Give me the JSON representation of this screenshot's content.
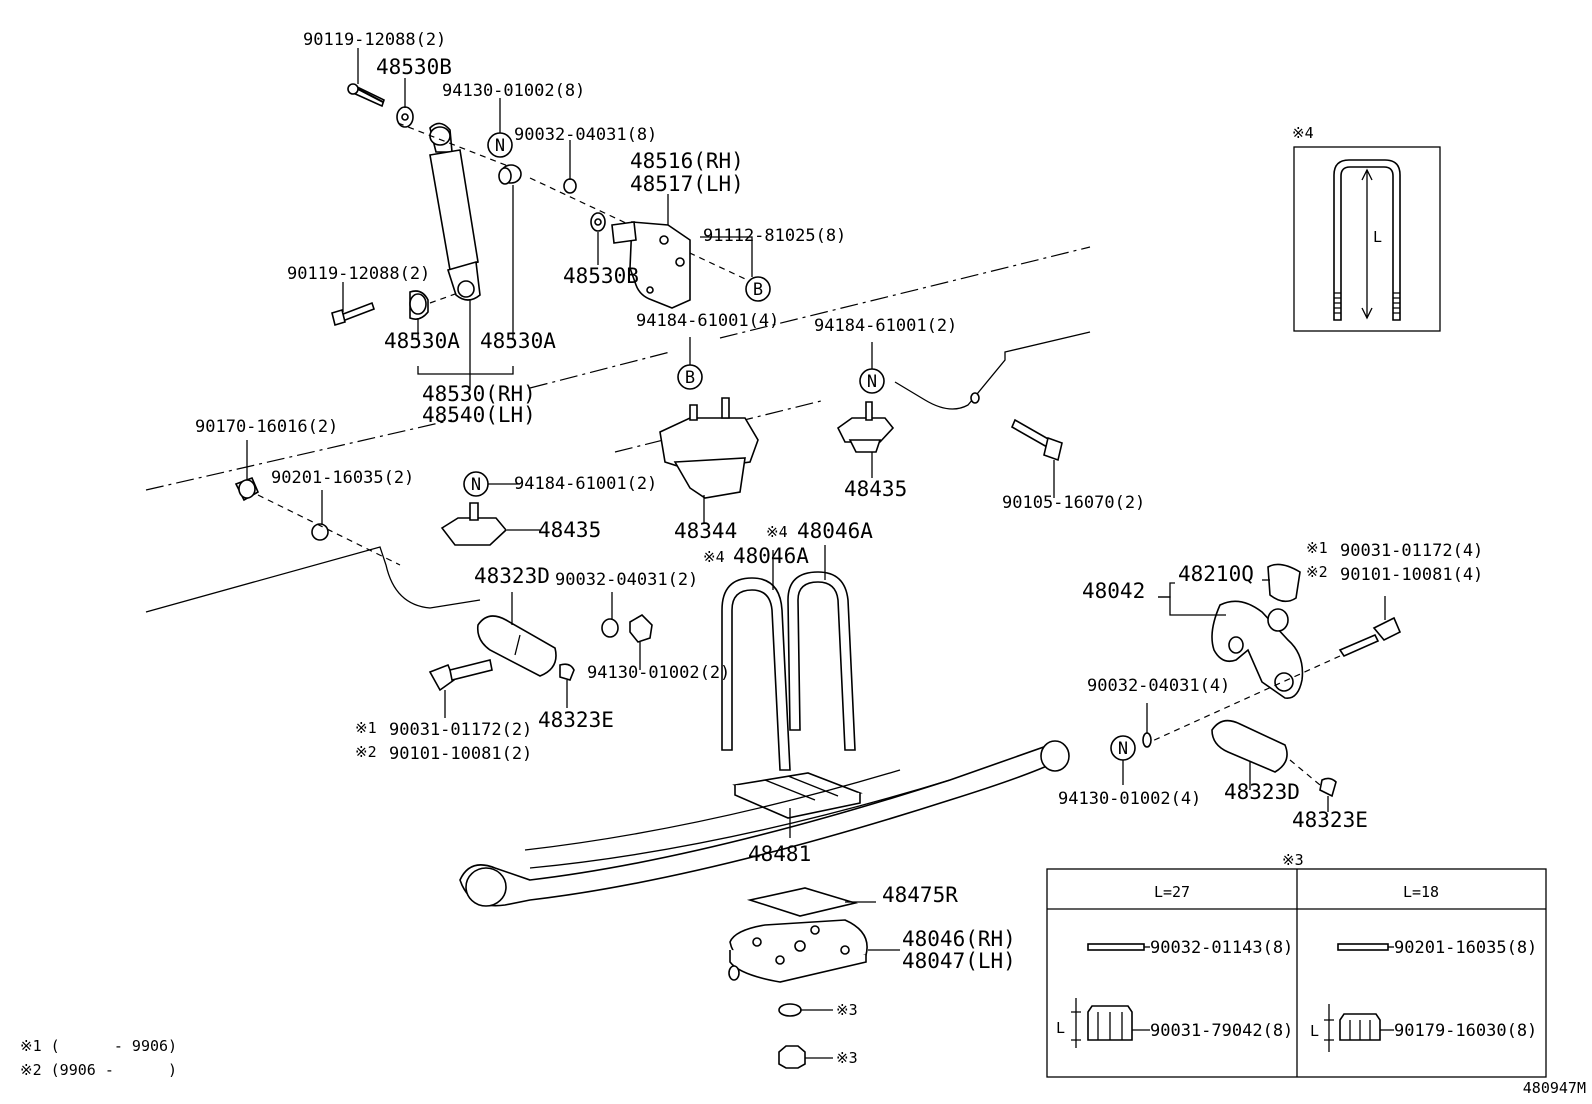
{
  "labels": {
    "bolt_top": "90119-12088(2)",
    "bush_b_top": "48530B",
    "nut_top": "94130-01002(8)",
    "washer_top": "90032-04031(8)",
    "bracket_rh": "48516(RH)",
    "bracket_lh": "48517(LH)",
    "nut_b": "91112-81025(8)",
    "bush_b_mid": "48530B",
    "bolt_mid": "90119-12088(2)",
    "bush_a_left": "48530A",
    "bush_a_right": "48530A",
    "shock_rh": "48530(RH)",
    "shock_lh": "48540(LH)",
    "nut_b_bumper": "94184-61001(4)",
    "nut_n_right": "94184-61001(2)",
    "nut_frame_left": "90170-16016(2)",
    "washer_frame_left": "90201-16035(2)",
    "nut_n_left": "94184-61001(2)",
    "stopper_left": "48435",
    "bumper_main": "48344",
    "stopper_right": "48435",
    "bolt_frame_right": "90105-16070(2)",
    "pin_left": "48323D",
    "washer_pin_left": "90032-04031(2)",
    "nut_pin_left": "94130-01002(2)",
    "bolt_pin_left_1": "90031-01172(2)",
    "bolt_pin_left_2": "90101-10081(2)",
    "fitting_left": "48323E",
    "ubolt_a": "48046A",
    "ubolt_b": "48046A",
    "seat": "48481",
    "sheet": "48475R",
    "plate_rh": "48046(RH)",
    "plate_lh": "48047(LH)",
    "note_3a": "3",
    "note_3b": "3",
    "shackle": "48042",
    "shackle_bush": "48210Q",
    "bolt_shackle_1": "90031-01172(4)",
    "bolt_shackle_2": "90101-10081(4)",
    "washer_shackle": "90032-04031(4)",
    "nut_shackle": "94130-01002(4)",
    "pin_right": "48323D",
    "fitting_right": "48323E"
  },
  "markers": {
    "n": "N",
    "b": "B"
  },
  "ref_symbol": "※",
  "ref_marks": {
    "r1": "1",
    "r2": "2",
    "r3": "3",
    "r4": "4"
  },
  "inset_ubolt": {
    "ref": "4",
    "dim_label": "L"
  },
  "table_note3": {
    "ref": "3",
    "col_a_header": "L=27",
    "col_b_header": "L=18",
    "col_a_row1": "90032-01143(8)",
    "col_a_row2": "90031-79042(8)",
    "col_b_row1": "90201-16035(8)",
    "col_b_row2": "90179-16030(8)",
    "dim_label": "L"
  },
  "footnotes": {
    "note1": "1 (      - 9906)",
    "note2": "2 (9906 -      )"
  },
  "diagram_id": "480947M"
}
